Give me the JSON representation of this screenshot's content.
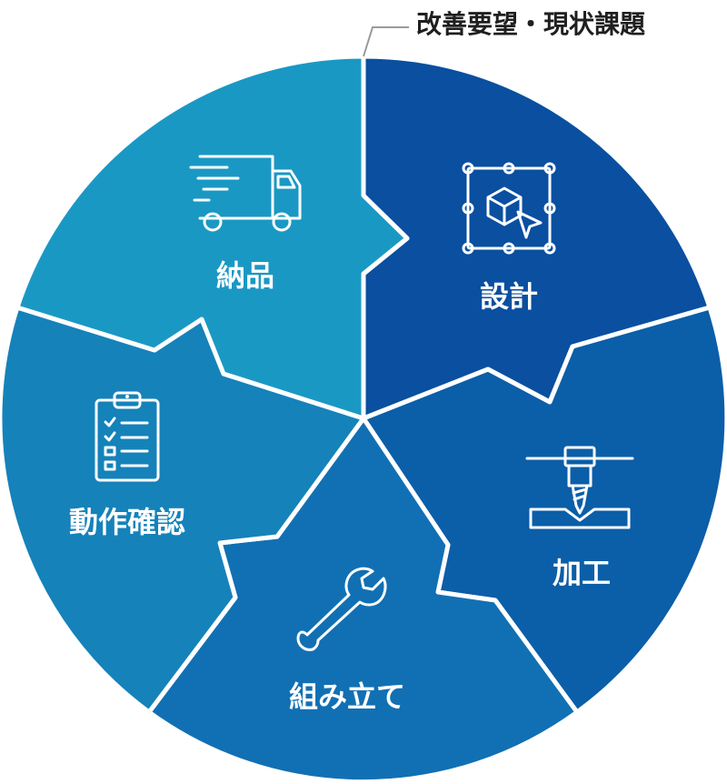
{
  "callout": {
    "text": "改善要望・現状課題"
  },
  "segments": [
    {
      "id": "design",
      "label": "設計",
      "icon": "cube-select-icon",
      "color": "#0a4fa0"
    },
    {
      "id": "processing",
      "label": "加工",
      "icon": "drill-icon",
      "color": "#0b5ea8"
    },
    {
      "id": "assembly",
      "label": "組み立て",
      "icon": "wrench-icon",
      "color": "#1170b3"
    },
    {
      "id": "inspection",
      "label": "動作確認",
      "icon": "clipboard-checklist-icon",
      "color": "#1582ba"
    },
    {
      "id": "delivery",
      "label": "納品",
      "icon": "delivery-truck-icon",
      "color": "#1a98c4"
    }
  ]
}
